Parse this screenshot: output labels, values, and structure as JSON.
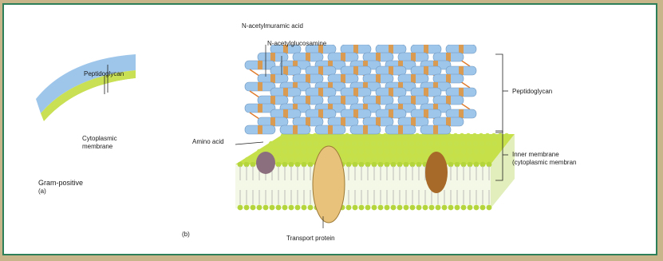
{
  "labels": {
    "panel_a": {
      "peptidoglycan": "Peptidoglycan",
      "cytoplasmic_membrane_line1": "Cytoplasmic",
      "cytoplasmic_membrane_line2": "membrane",
      "gram_positive": "Gram-positive",
      "panel_letter": "(a)"
    },
    "panel_b": {
      "n_acetylmuramic_acid": "N-acetylmuramic acid",
      "n_acetylglucosamine": "N-acetylglucosamine",
      "amino_acid": "Amino acid",
      "peptidoglycan": "Peptidoglycan",
      "inner_membrane_line1": "Inner membrane",
      "inner_membrane_line2": "(cytoplasmic membran",
      "transport_protein": "Transport protein",
      "panel_letter": "(b)"
    }
  },
  "colors": {
    "frame_border": "#2d7f5a",
    "background_texture": "#c8b68a",
    "peptidoglycan_blue": "#9ec6ea",
    "membrane_green": "#b9da48",
    "amino_acid_orange": "#e07a2a",
    "protein_tan": "#e8c27a"
  }
}
